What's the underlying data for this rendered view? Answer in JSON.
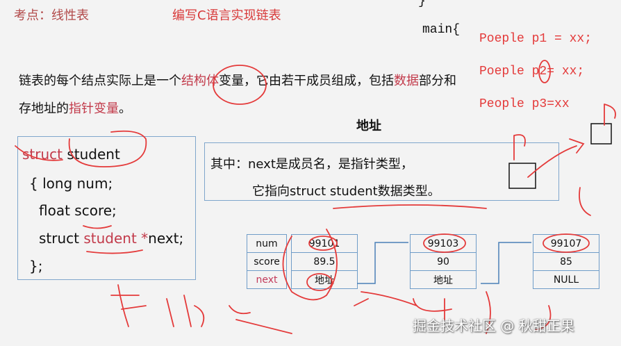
{
  "header": {
    "topic": "考点：线性表",
    "subtitle": "编写C语言实现链表"
  },
  "code_note": {
    "brace": "}",
    "main": "main{",
    "lines": [
      "Poeple p1 = xx;",
      "Poeple p2= xx;",
      "People p3=xx"
    ]
  },
  "paragraph": {
    "l1a": "链表的每个结点实际上是一个",
    "l1b": "结构体",
    "l1c": "变量，它由若干成员组成，包括",
    "l1d": "数据",
    "l1e": "部分和",
    "l2a": "存地址的",
    "l2b": "指针变量",
    "l2c": "。"
  },
  "address_label": "地址",
  "struct_code": {
    "l1a": "struct",
    "l1b": "student",
    "l2": "{ long num;",
    "l3": "float score;",
    "l4a": "struct ",
    "l4b": "student *",
    "l4c": "next;",
    "l5": "};"
  },
  "info": {
    "l1": "其中：next是成员名，是指针类型，",
    "l2": "它指向struct  student数据类型。"
  },
  "table": {
    "labels": [
      "num",
      "score",
      "next"
    ],
    "nodes": [
      [
        "99101",
        "89.5",
        "地址"
      ],
      [
        "99103",
        "90",
        "地址"
      ],
      [
        "99107",
        "85",
        "NULL"
      ]
    ]
  },
  "watermark": "掘金技术社区 @ 秋甜正果",
  "colors": {
    "accent_red": "#e43a3a",
    "border_blue": "#6f9cc8",
    "heading_red": "#b24a4a"
  }
}
